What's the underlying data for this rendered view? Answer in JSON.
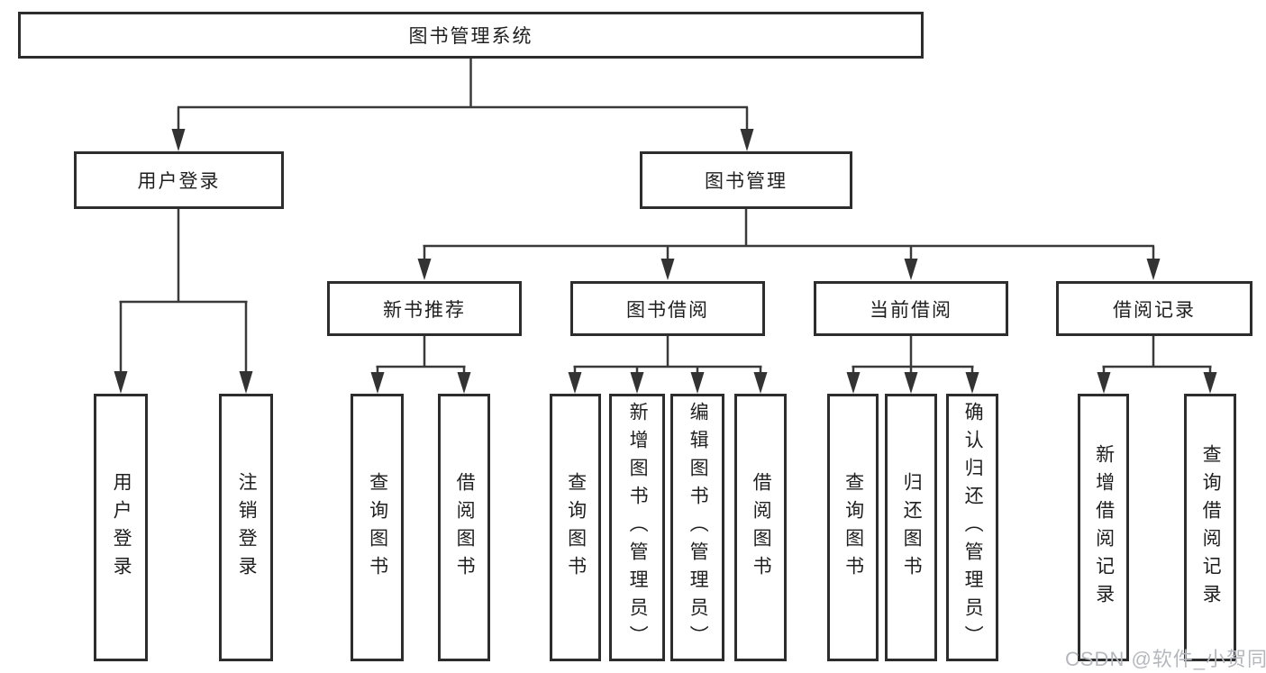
{
  "diagram": {
    "root": {
      "label": "图书管理系统"
    },
    "level2": [
      {
        "label": "用户登录",
        "children": [
          {
            "label": "用户登录"
          },
          {
            "label": "注销登录"
          }
        ]
      },
      {
        "label": "图书管理",
        "children": [
          {
            "label": "新书推荐",
            "children": [
              {
                "label": "查询图书"
              },
              {
                "label": "借阅图书"
              }
            ]
          },
          {
            "label": "图书借阅",
            "children": [
              {
                "label": "查询图书"
              },
              {
                "label": "新增图书（管理员）"
              },
              {
                "label": "编辑图书（管理员）"
              },
              {
                "label": "借阅图书"
              }
            ]
          },
          {
            "label": "当前借阅",
            "children": [
              {
                "label": "查询图书"
              },
              {
                "label": "归还图书"
              },
              {
                "label": "确认归还（管理员）"
              }
            ]
          },
          {
            "label": "借阅记录",
            "children": [
              {
                "label": "新增借阅记录"
              },
              {
                "label": "查询借阅记录"
              }
            ]
          }
        ]
      }
    ]
  },
  "watermark": {
    "text": "CSDN @软件_小贺同学",
    "color": "#b4b8be"
  },
  "colors": {
    "box_border": "#2d2d2d",
    "line": "#3a3a3a",
    "text": "#1f1f1f",
    "background": "#ffffff"
  }
}
